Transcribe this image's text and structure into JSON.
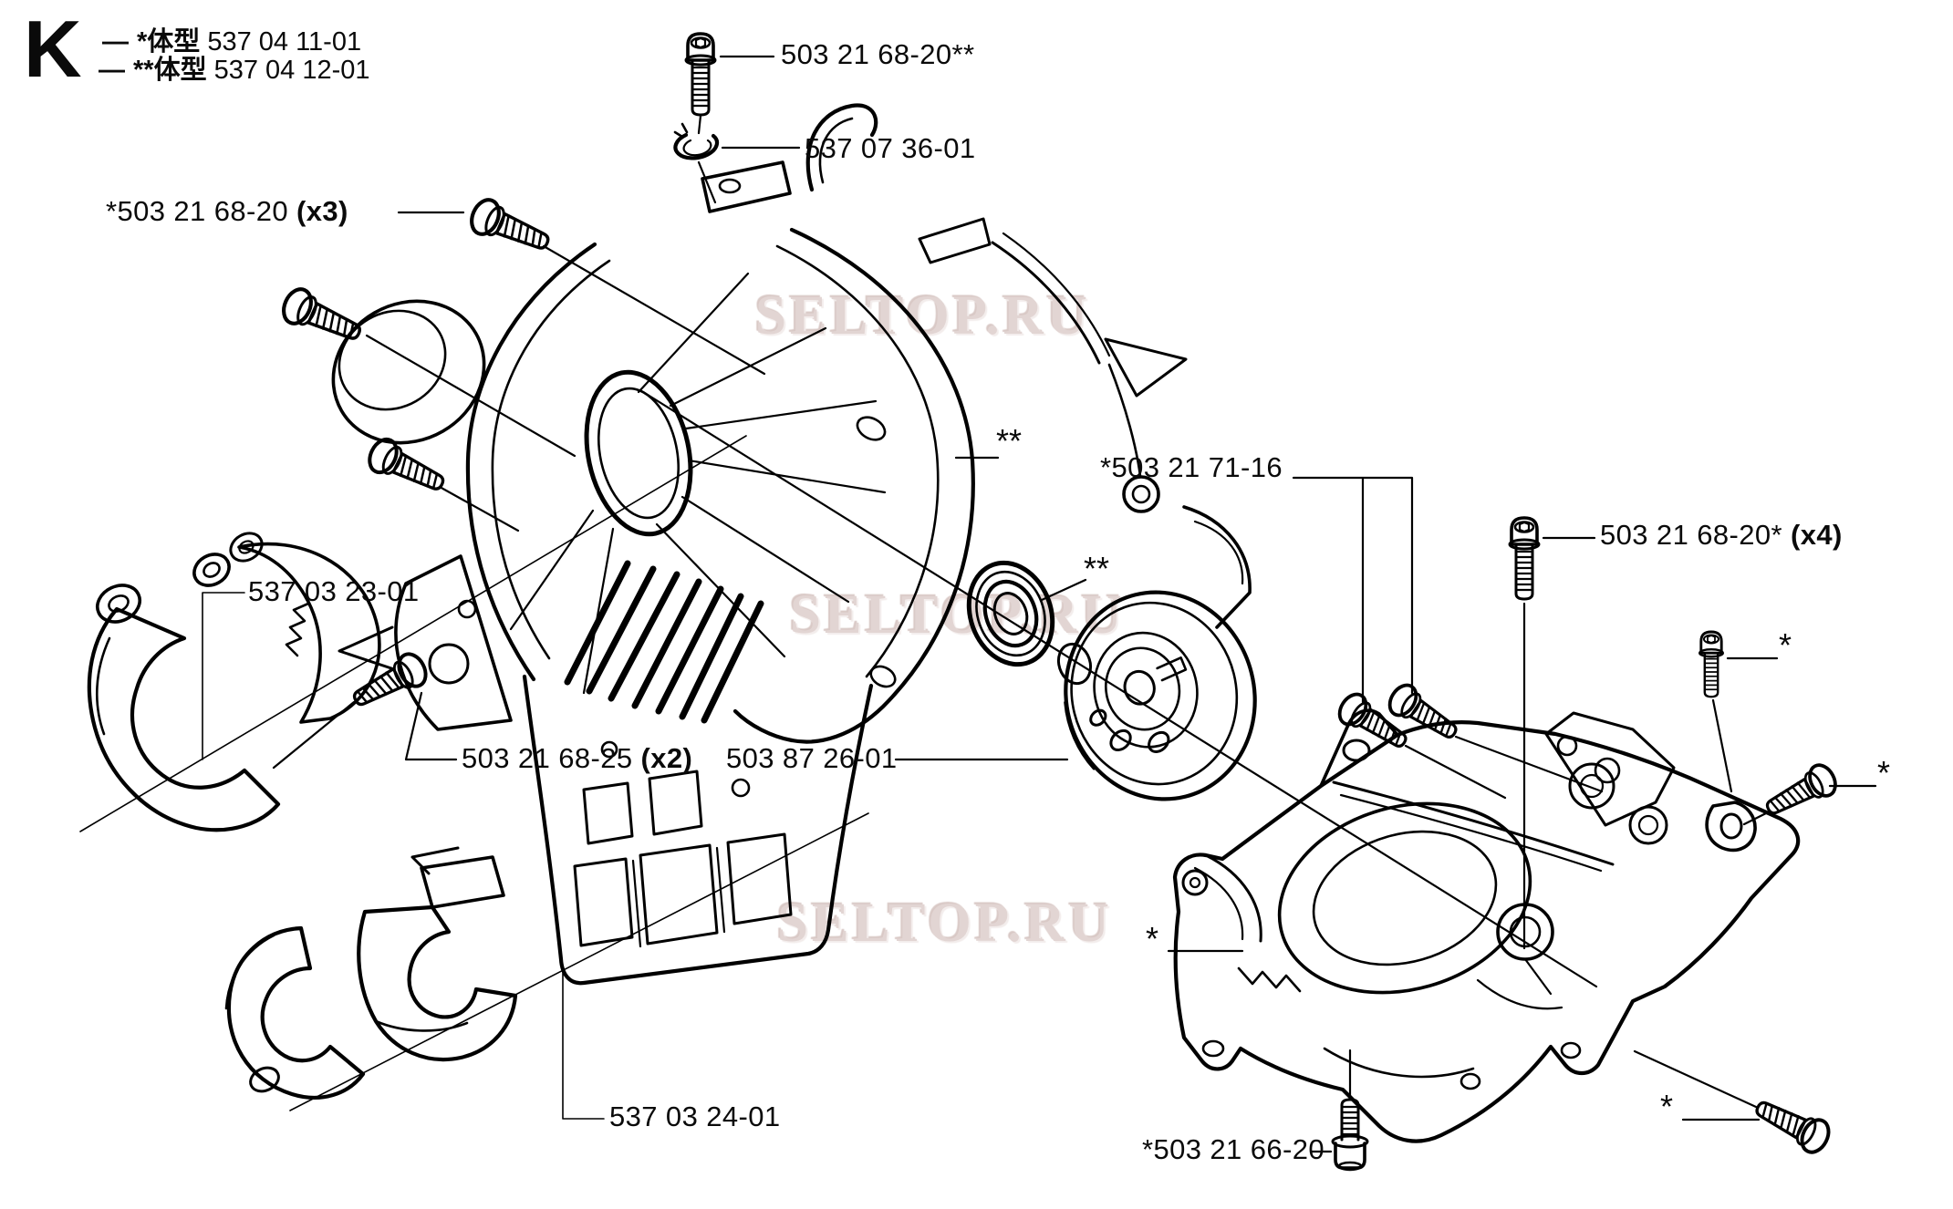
{
  "page": {
    "background": "#ffffff",
    "line_color": "#000000",
    "watermark_color": "#e2d5d3"
  },
  "header": {
    "section_letter": "K",
    "models": [
      {
        "dash": "—",
        "stars": "*",
        "type_label": "体型",
        "number": "537 04 11-01"
      },
      {
        "dash": "—",
        "stars": "**",
        "type_label": "体型",
        "number": "537 04 12-01"
      }
    ]
  },
  "watermark": {
    "text": "SELTOP.RU"
  },
  "marks": {
    "single": "*",
    "double": "**"
  },
  "callouts": {
    "top_screw": {
      "number": "503 21 68-20**"
    },
    "retainer_clip": {
      "number": "537 07 36-01"
    },
    "screws_x3": {
      "number": "*503 21 68-20",
      "qty": "(x3)"
    },
    "clamp_upper": {
      "number": "537 03 23-01"
    },
    "screws_x2": {
      "number": "503 21 68-25",
      "qty": "(x2)"
    },
    "clutch_drum": {
      "number": "503 87 26-01"
    },
    "studs": {
      "number": "*503 21 71-16"
    },
    "screws_x4": {
      "number": "503 21 68-20*",
      "qty": "(x4)"
    },
    "clamp_lower": {
      "number": "537 03 24-01"
    },
    "bottom_bolt": {
      "number": "*503 21 66-20"
    }
  }
}
